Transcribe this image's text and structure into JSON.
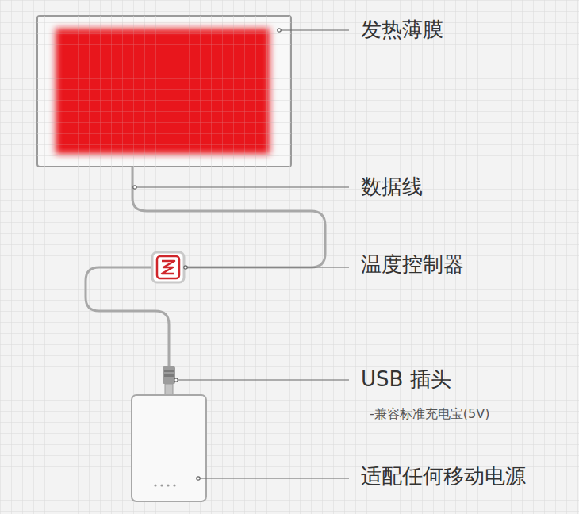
{
  "diagram": {
    "labels": [
      "发热薄膜",
      "数据线",
      "温度控制器",
      "USB 插头",
      "-兼容标准充电宝(5V)",
      "适配任何移动电源"
    ]
  }
}
